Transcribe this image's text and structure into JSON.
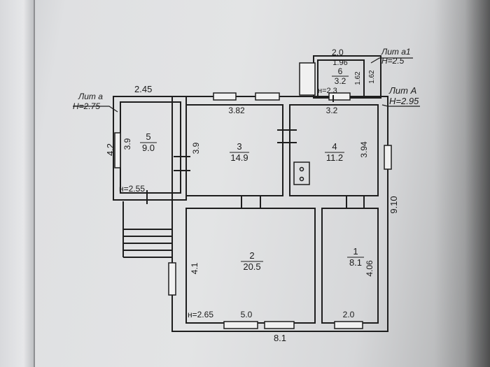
{
  "labels": {
    "lit_a_small": "Лит а",
    "lit_a_small_h": "Н=2.75",
    "lit_a_big": "Лит А",
    "lit_a_big_h": "Н=2.95",
    "lit_a1": "Лит а1",
    "lit_a1_h": "Н=2.5"
  },
  "dimensions": {
    "top_left_width": "2.45",
    "left_outer_height": "4.2",
    "overall_right_height": "9.10",
    "overall_bottom_width": "8.1",
    "porch_top_width": "2.0"
  },
  "rooms": [
    {
      "num": "5",
      "area": "9.0",
      "w": "3.9",
      "h": "н=2.55"
    },
    {
      "num": "3",
      "area": "14.9",
      "w": "3.82",
      "h": "3.9"
    },
    {
      "num": "4",
      "area": "11.2",
      "w": "3.2",
      "h": "3.94"
    },
    {
      "num": "2",
      "area": "20.5",
      "w": "5.0",
      "h": "4.1",
      "height": "н=2.65"
    },
    {
      "num": "1",
      "area": "8.1",
      "w": "2.0",
      "h": "4.06"
    },
    {
      "num": "6",
      "area": "3.2",
      "w": "1.96",
      "h": "1.62",
      "h2": "1.62",
      "height": "н=2.3"
    }
  ]
}
